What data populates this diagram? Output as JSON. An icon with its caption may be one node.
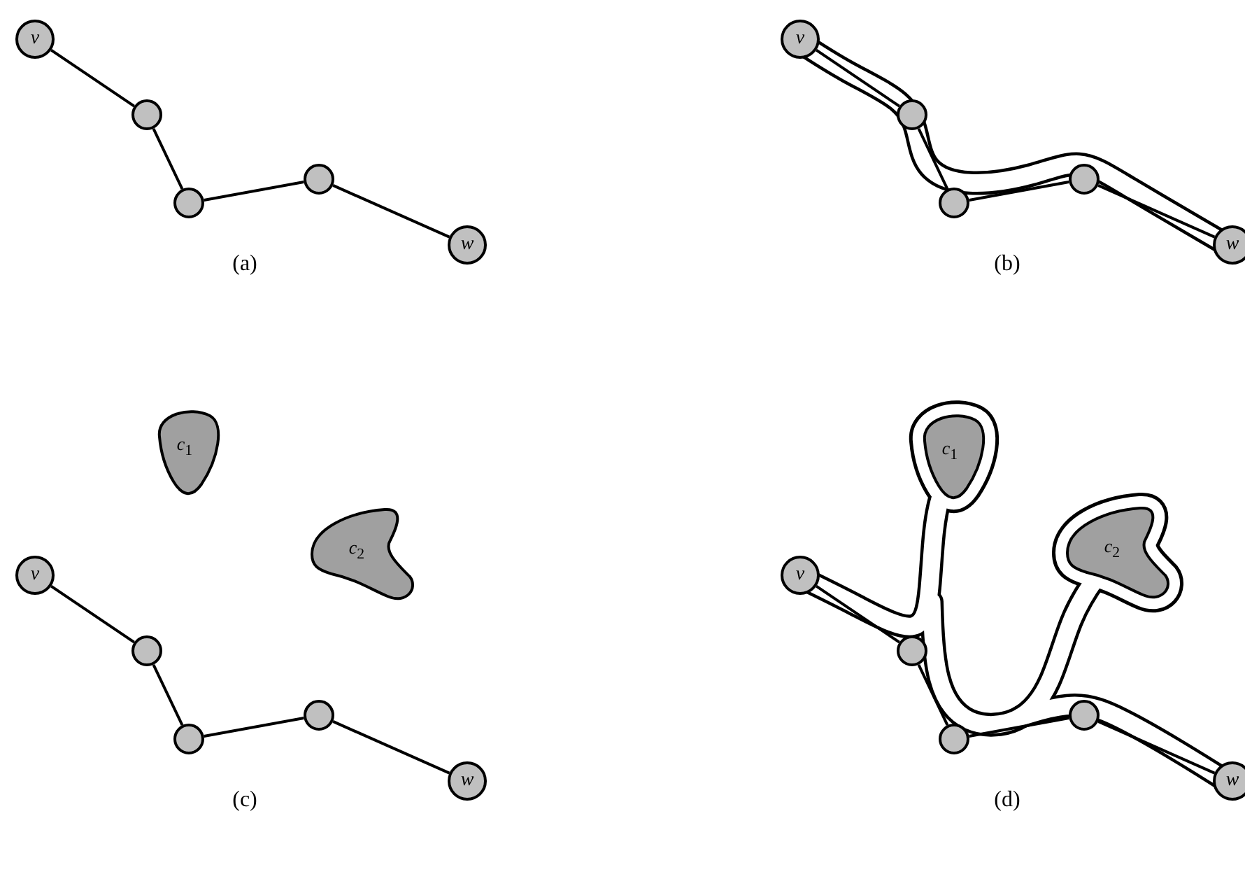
{
  "diagram": {
    "nodes": [
      {
        "text": [
          "v"
        ]
      },
      {
        "text": [],
        "shape": "circle"
      },
      {
        "text": [],
        "shape": "circle"
      },
      {
        "text": [],
        "shape": "circle"
      },
      {
        "text": [
          "w"
        ]
      },
      {
        "text": [
          "v"
        ]
      },
      {
        "text": [],
        "shape": "circle"
      },
      {
        "text": [],
        "shape": "circle"
      },
      {
        "text": [],
        "shape": "circle"
      },
      {
        "text": [
          "w"
        ]
      },
      {
        "text": [
          "*c*$_{1}$"
        ]
      },
      {
        "text": [
          "*c*$_{2}$"
        ]
      },
      {
        "text": [
          "v"
        ]
      },
      {
        "text": [],
        "shape": "circle"
      },
      {
        "text": [],
        "shape": "circle"
      },
      {
        "text": [],
        "shape": "circle"
      },
      {
        "text": [
          "w"
        ]
      },
      {
        "text": [
          "*c*$_{1}$"
        ]
      },
      {
        "text": [
          "*c*$_{2}$"
        ]
      },
      {
        "text": [
          "v"
        ]
      },
      {
        "text": [],
        "shape": "circle"
      },
      {
        "text": [],
        "shape": "circle"
      },
      {
        "text": [],
        "shape": "circle"
      },
      {
        "text": [
          "w"
        ]
      }
    ],
    "edges": [
      {
        "from": 0,
        "to": 1,
        "arrow": "none"
      },
      {
        "from": 1,
        "to": 2,
        "arrow": "none"
      },
      {
        "from": 2,
        "to": 3,
        "arrow": "none"
      },
      {
        "from": 3,
        "to": 4,
        "arrow": "none"
      },
      {
        "from": 5,
        "to": 6,
        "arrow": "none"
      },
      {
        "from": 6,
        "to": 7,
        "arrow": "none"
      },
      {
        "from": 7,
        "to": 8,
        "arrow": "none"
      },
      {
        "from": 8,
        "to": 9,
        "arrow": "none"
      },
      {
        "from": 12,
        "to": 13,
        "arrow": "none"
      },
      {
        "from": 13,
        "to": 14,
        "arrow": "none"
      },
      {
        "from": 14,
        "to": 15,
        "arrow": "none"
      },
      {
        "from": 15,
        "to": 16,
        "arrow": "none"
      },
      {
        "from": 19,
        "to": 20,
        "arrow": "none"
      },
      {
        "from": 20,
        "to": 21,
        "arrow": "none"
      },
      {
        "from": 21,
        "to": 22,
        "arrow": "none"
      },
      {
        "from": 22,
        "to": 23,
        "arrow": "none"
      }
    ],
    "labels": [
      "(a)",
      "(b)",
      "(c)",
      "(d)"
    ]
  }
}
